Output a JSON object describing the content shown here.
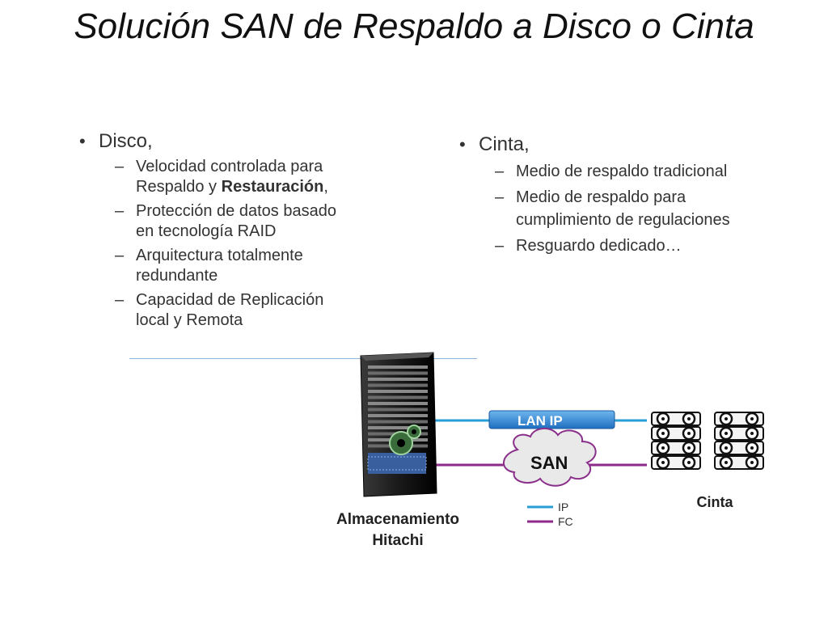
{
  "title": "Solución SAN de Respaldo a Disco o Cinta",
  "left": {
    "heading": "Disco,",
    "items": [
      {
        "text": "Velocidad controlada para Respaldo y ",
        "bold": "Restauración",
        "after": ","
      },
      {
        "text": "Protección de datos basado en tecnología RAID"
      },
      {
        "text": "Arquitectura totalmente redundante"
      },
      {
        "text": "Capacidad de Replicación local y Remota"
      }
    ]
  },
  "right": {
    "heading": "Cinta,",
    "items": [
      {
        "text": "Medio de respaldo tradicional"
      },
      {
        "text": "Medio de respaldo para cumplimiento de regulaciones"
      },
      {
        "text": "Resguardo dedicado…"
      }
    ]
  },
  "diagram": {
    "storage_label_line1": "Almacenamiento",
    "storage_label_line2": "Hitachi",
    "lan_label": "LAN IP",
    "san_label": "SAN",
    "tape_label": "Cinta",
    "legend_ip": "IP",
    "legend_fc": "FC",
    "colors": {
      "ip": "#2a9fd6",
      "fc": "#8e2a8a",
      "lan_box": "#3b8fd8"
    }
  }
}
